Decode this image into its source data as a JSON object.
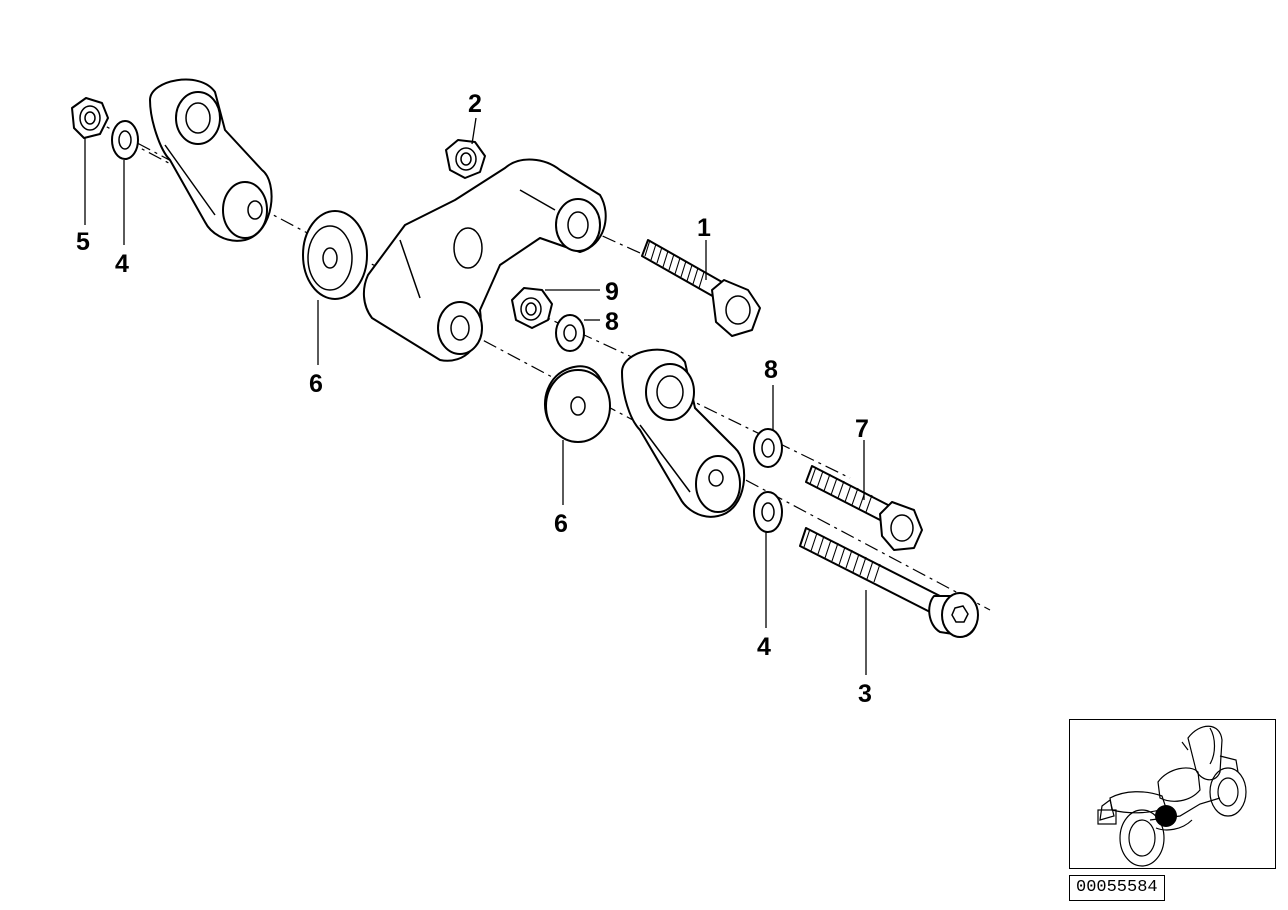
{
  "callouts": {
    "c1": "1",
    "c2": "2",
    "c3": "3",
    "c4a": "4",
    "c4b": "4",
    "c5": "5",
    "c6a": "6",
    "c6b": "6",
    "c7": "7",
    "c8a": "8",
    "c8b": "8",
    "c9": "9"
  },
  "diagram_code": "00055584",
  "icons": {
    "inset": "motorcycle-locator-icon",
    "marker": "location-dot-icon"
  },
  "colors": {
    "line": "#000000",
    "background": "#ffffff",
    "marker": "#000000"
  }
}
